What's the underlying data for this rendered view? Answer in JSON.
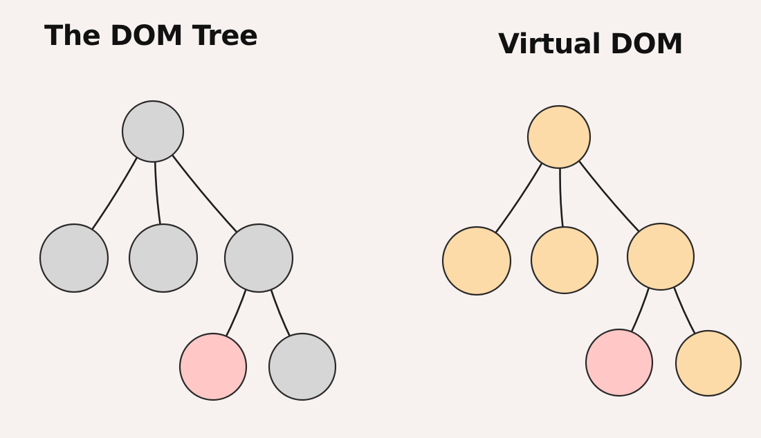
{
  "diagrams": [
    {
      "id": "dom",
      "title": "The DOM Tree",
      "node_colors": {
        "default": "#d6d6d6",
        "changed": "#ffc8c7"
      },
      "nodes": [
        {
          "id": "root",
          "state": "default"
        },
        {
          "id": "child-1",
          "state": "default"
        },
        {
          "id": "child-2",
          "state": "default"
        },
        {
          "id": "child-3",
          "state": "default"
        },
        {
          "id": "grandchild-1",
          "state": "changed"
        },
        {
          "id": "grandchild-2",
          "state": "default"
        }
      ],
      "edges": [
        [
          "root",
          "child-1"
        ],
        [
          "root",
          "child-2"
        ],
        [
          "root",
          "child-3"
        ],
        [
          "child-3",
          "grandchild-1"
        ],
        [
          "child-3",
          "grandchild-2"
        ]
      ]
    },
    {
      "id": "vdom",
      "title": "Virtual DOM",
      "node_colors": {
        "default": "#fddba8",
        "changed": "#ffc8c7"
      },
      "nodes": [
        {
          "id": "root",
          "state": "default"
        },
        {
          "id": "child-1",
          "state": "default"
        },
        {
          "id": "child-2",
          "state": "default"
        },
        {
          "id": "child-3",
          "state": "default"
        },
        {
          "id": "grandchild-1",
          "state": "changed"
        },
        {
          "id": "grandchild-2",
          "state": "default"
        }
      ],
      "edges": [
        [
          "root",
          "child-1"
        ],
        [
          "root",
          "child-2"
        ],
        [
          "root",
          "child-3"
        ],
        [
          "child-3",
          "grandchild-1"
        ],
        [
          "child-3",
          "grandchild-2"
        ]
      ]
    }
  ]
}
